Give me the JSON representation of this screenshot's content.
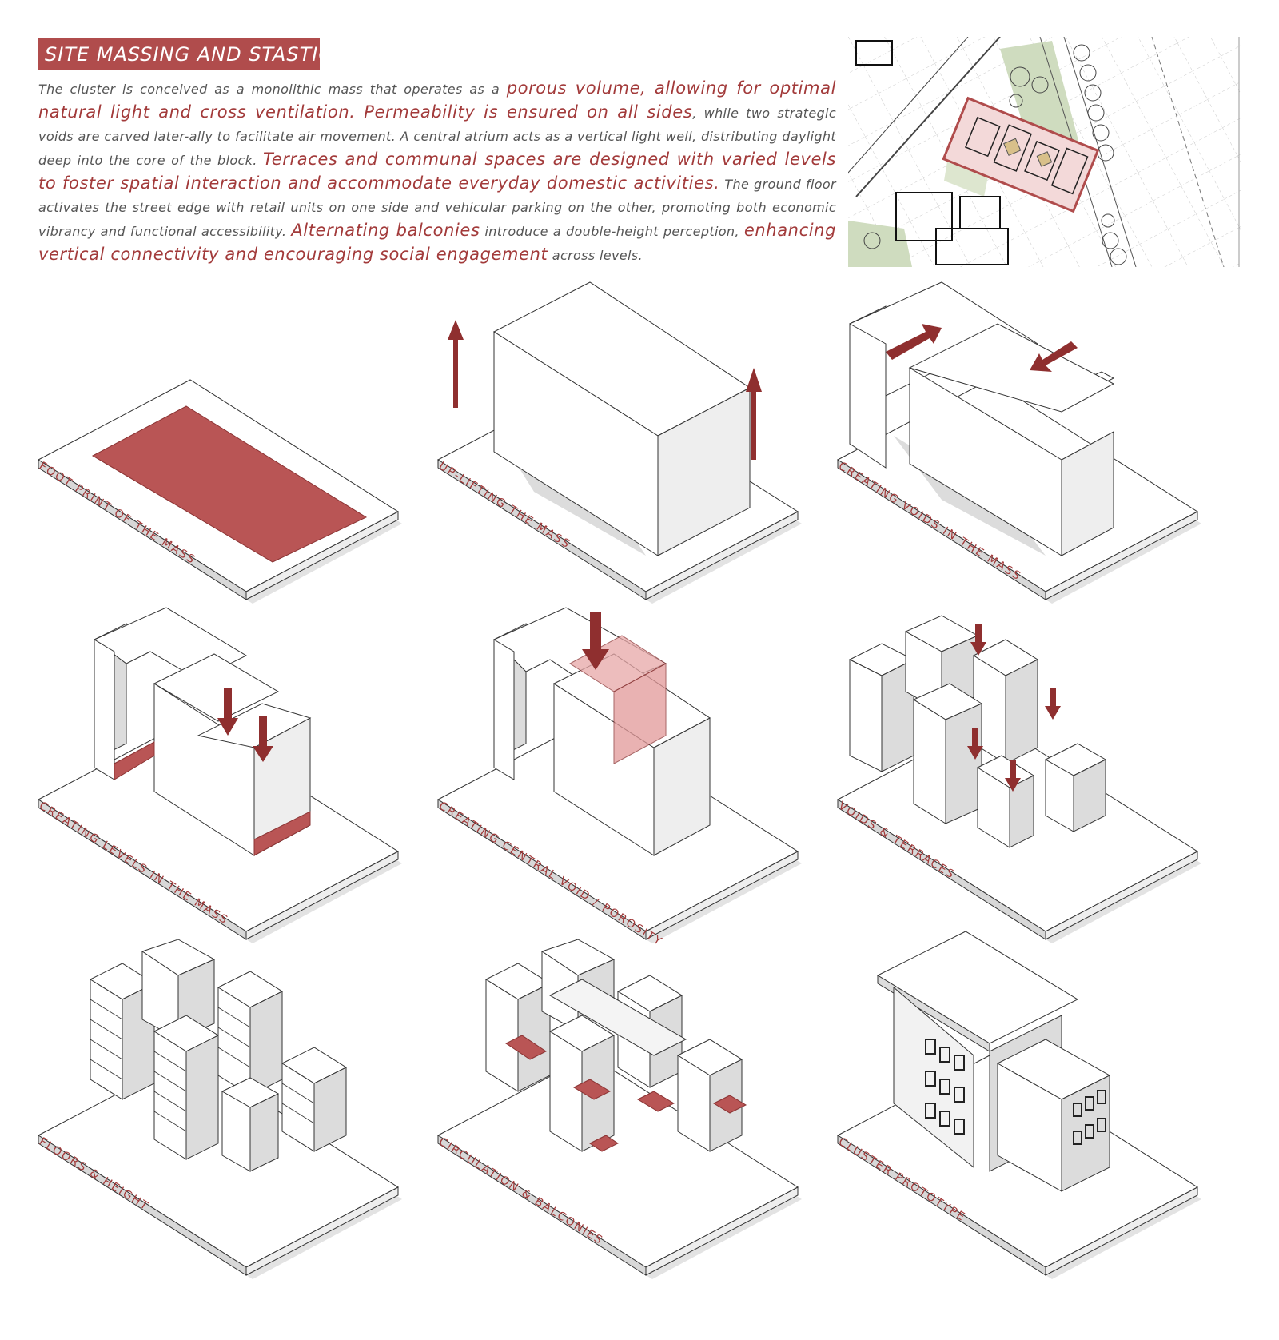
{
  "header": {
    "title": "SITE MASSING AND STASTICS"
  },
  "intro": {
    "segments": [
      {
        "text": "The cluster is conceived as a monolithic mass that operates as a ",
        "highlight": false
      },
      {
        "text": "porous volume, allowing for optimal natural light and cross ventilation. Permeability is ensured on all sides",
        "highlight": true
      },
      {
        "text": ", while two strategic voids are carved later-ally to facilitate air movement. A central atrium acts as a vertical light well, distributing daylight deep into the core of the block. ",
        "highlight": false
      },
      {
        "text": "Terraces and communal spaces are designed with varied levels to foster spatial interaction and accommodate everyday domestic activities.",
        "highlight": true
      },
      {
        "text": " The ground floor activates the street edge with retail units on one side and vehicular parking on the other, promoting both economic vibrancy and functional accessibility. ",
        "highlight": false
      },
      {
        "text": "Alternating balconies",
        "highlight": true
      },
      {
        "text": " introduce a double-height perception, ",
        "highlight": false
      },
      {
        "text": "enhancing vertical connectivity and encouraging social engagement",
        "highlight": true
      },
      {
        "text": " across levels.",
        "highlight": false
      }
    ]
  },
  "diagrams": [
    {
      "caption": "FOOT PRINT OF THE MASS"
    },
    {
      "caption": "UP-LIFTING THE MASS"
    },
    {
      "caption": "CREATING VOIDS IN THE MASS"
    },
    {
      "caption": "CREATING LEVELS IN THE MASS"
    },
    {
      "caption": "CREATING CENTRAL VOID / POROSITY"
    },
    {
      "caption": "VOIDS & TERRACES"
    },
    {
      "caption": "FLOORS & HEIGHT"
    },
    {
      "caption": "CIRCULATION & BALCONIES"
    },
    {
      "caption": "CLUSTER PROTOTYPE"
    }
  ],
  "colors": {
    "accent": "#a23a3a",
    "accent_fill": "#b95555",
    "shadow": "#e3e3e3",
    "face_side": "#d8d8d8",
    "face_front": "#eeeeee",
    "line": "#333333",
    "green": "#cfdcbf"
  }
}
